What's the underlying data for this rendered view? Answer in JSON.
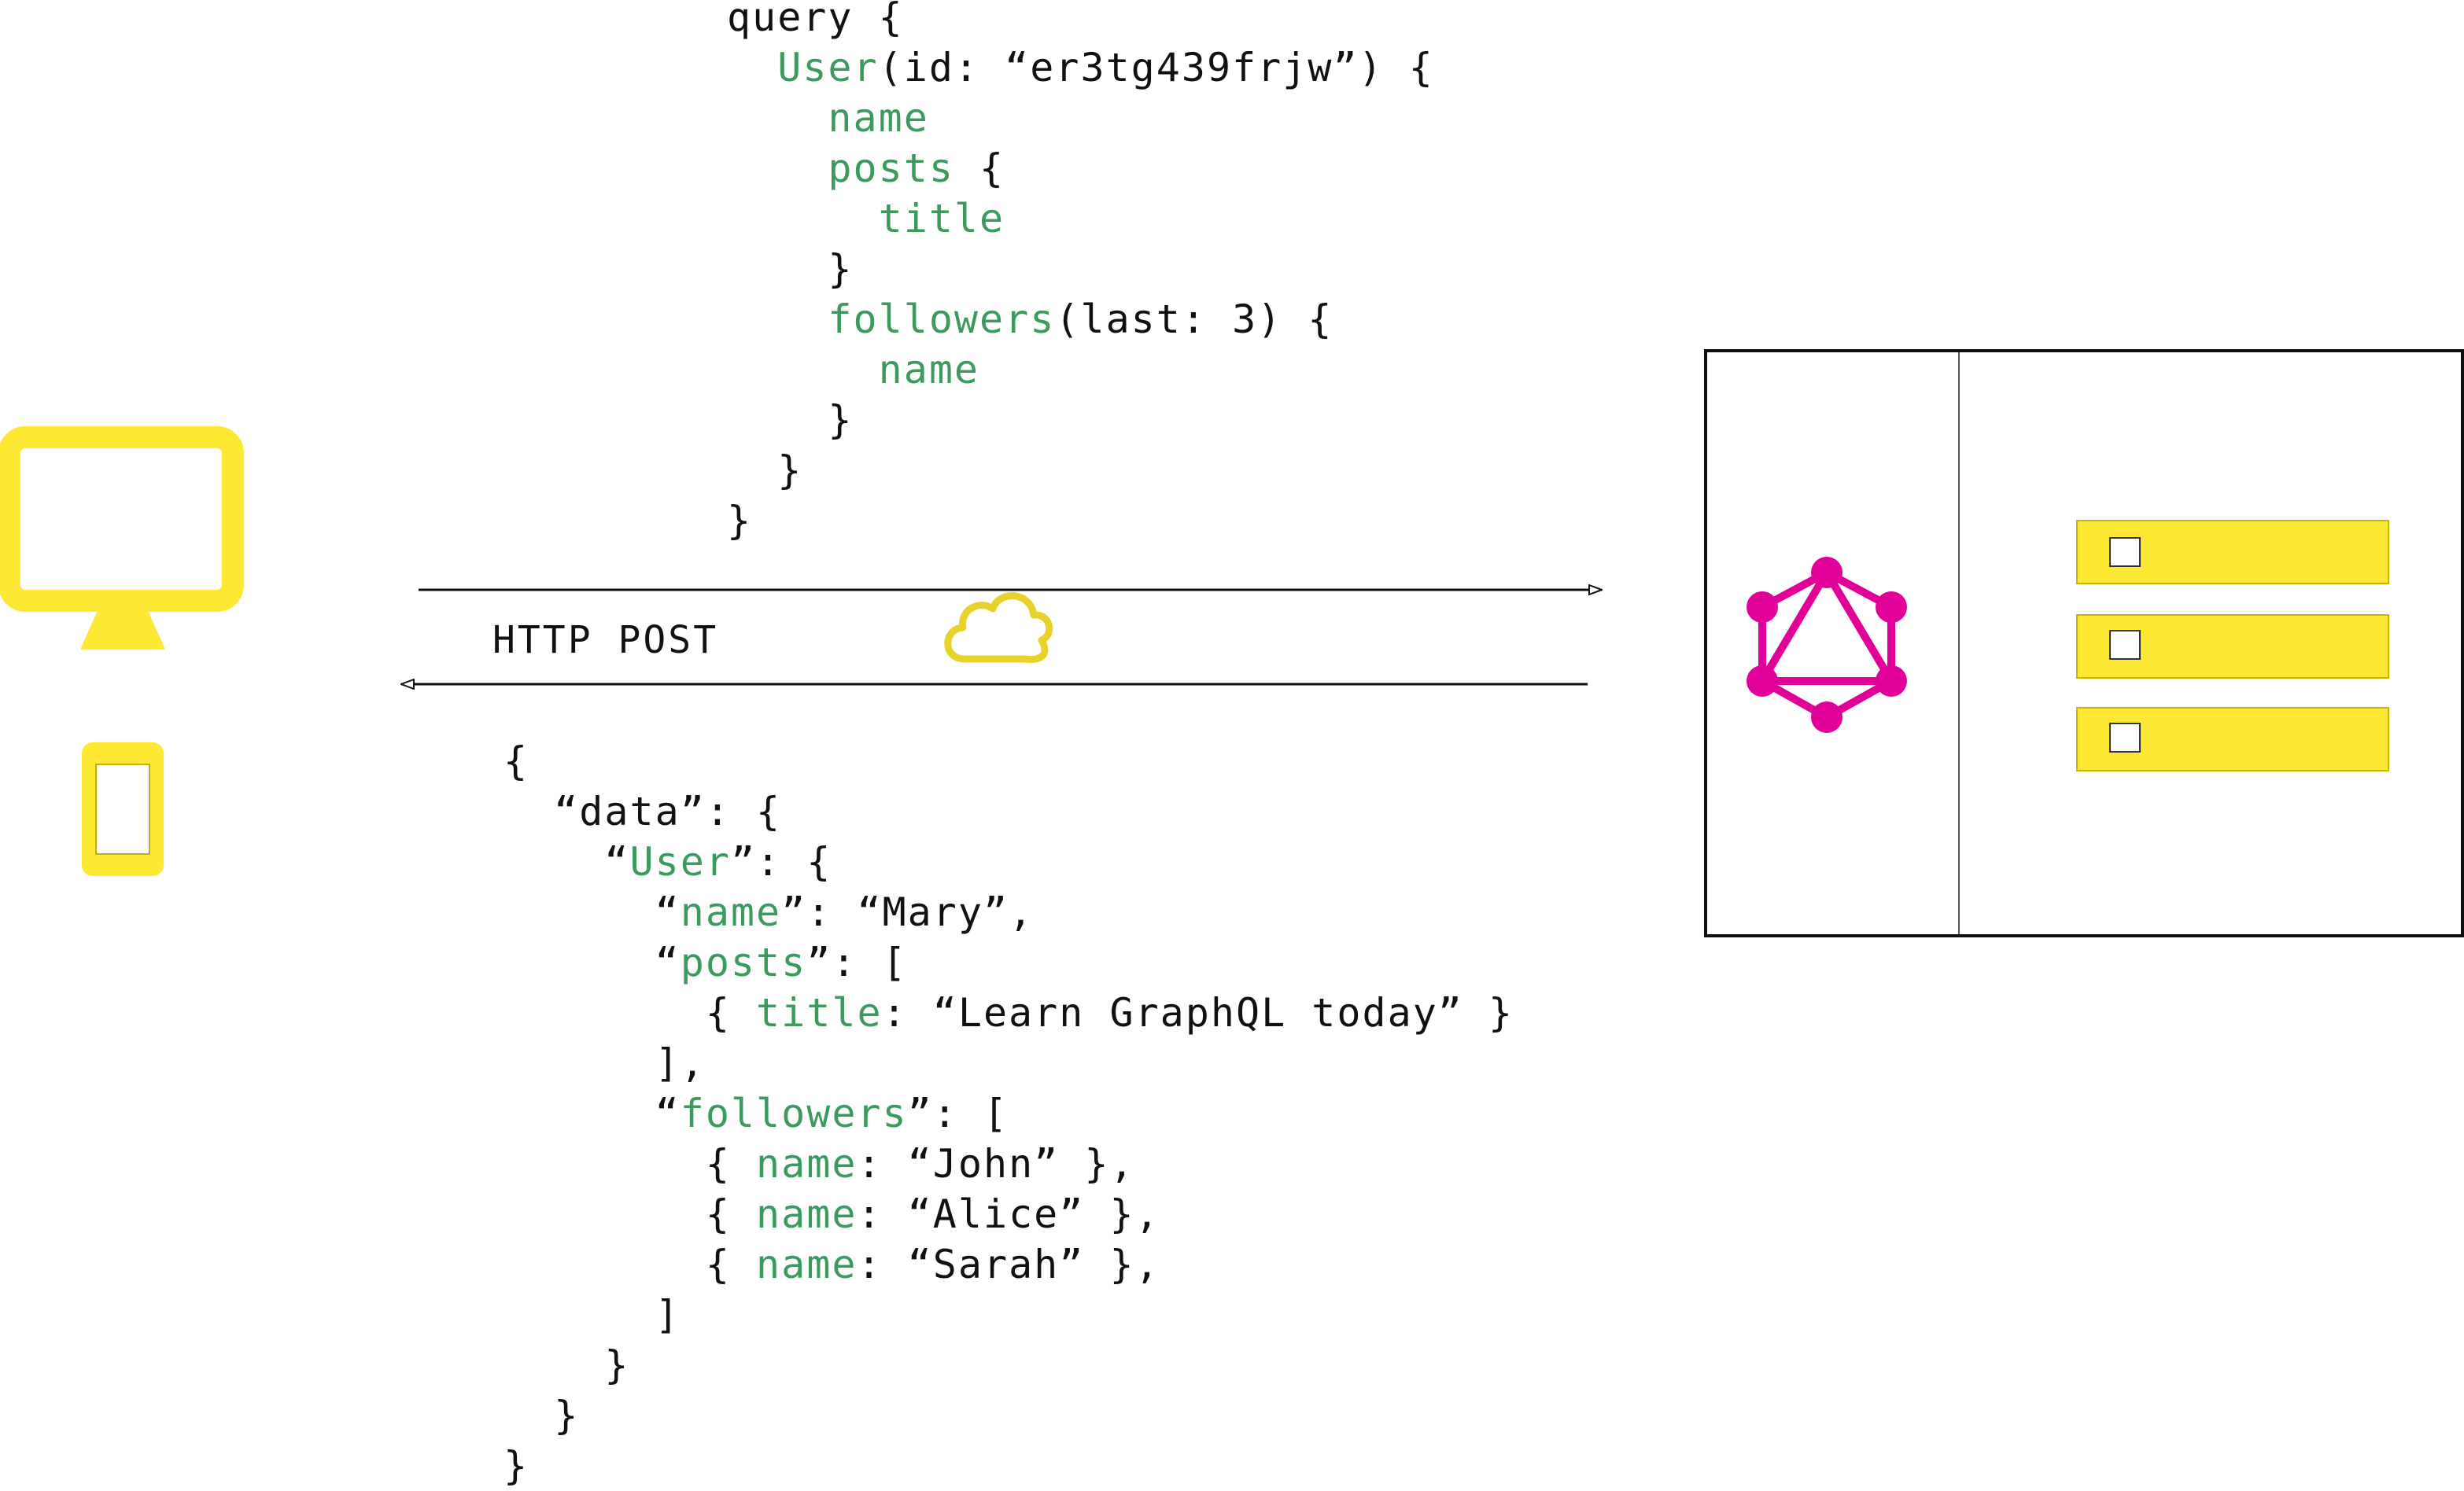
{
  "transport": {
    "label": "HTTP POST"
  },
  "query": {
    "lines": [
      [
        {
          "t": "query {"
        }
      ],
      [
        {
          "t": "  "
        },
        {
          "t": "User",
          "k": true
        },
        {
          "t": "(id: “er3tg439frjw”) {"
        }
      ],
      [
        {
          "t": "    "
        },
        {
          "t": "name",
          "k": true
        }
      ],
      [
        {
          "t": "    "
        },
        {
          "t": "posts",
          "k": true
        },
        {
          "t": " {"
        }
      ],
      [
        {
          "t": "      "
        },
        {
          "t": "title",
          "k": true
        }
      ],
      [
        {
          "t": "    }"
        }
      ],
      [
        {
          "t": "    "
        },
        {
          "t": "followers",
          "k": true
        },
        {
          "t": "(last: 3) {"
        }
      ],
      [
        {
          "t": "      "
        },
        {
          "t": "name",
          "k": true
        }
      ],
      [
        {
          "t": "    }"
        }
      ],
      [
        {
          "t": "  }"
        }
      ],
      [
        {
          "t": "}"
        }
      ]
    ]
  },
  "response": {
    "lines": [
      [
        {
          "t": "{"
        }
      ],
      [
        {
          "t": "  “data”: {"
        }
      ],
      [
        {
          "t": "    “"
        },
        {
          "t": "User",
          "k": true
        },
        {
          "t": "”: {"
        }
      ],
      [
        {
          "t": "      “"
        },
        {
          "t": "name",
          "k": true
        },
        {
          "t": "”: “Mary”,"
        }
      ],
      [
        {
          "t": "      “"
        },
        {
          "t": "posts",
          "k": true
        },
        {
          "t": "”: ["
        }
      ],
      [
        {
          "t": "        { "
        },
        {
          "t": "title",
          "k": true
        },
        {
          "t": ": “Learn GraphQL today” }"
        }
      ],
      [
        {
          "t": "      ],"
        }
      ],
      [
        {
          "t": "      “"
        },
        {
          "t": "followers",
          "k": true
        },
        {
          "t": "”: ["
        }
      ],
      [
        {
          "t": "        { "
        },
        {
          "t": "name",
          "k": true
        },
        {
          "t": ": “John” },"
        }
      ],
      [
        {
          "t": "        { "
        },
        {
          "t": "name",
          "k": true
        },
        {
          "t": ": “Alice” },"
        }
      ],
      [
        {
          "t": "        { "
        },
        {
          "t": "name",
          "k": true
        },
        {
          "t": ": “Sarah” },"
        }
      ],
      [
        {
          "t": "      ]"
        }
      ],
      [
        {
          "t": "    }"
        }
      ],
      [
        {
          "t": "  }"
        }
      ],
      [
        {
          "t": "}"
        }
      ]
    ]
  },
  "colors": {
    "field": "#3c9a5f",
    "text": "#111111",
    "client_yellow": "#fde933",
    "graphql_magenta": "#e10098"
  },
  "icons": {
    "desktop": "desktop-monitor-icon",
    "tablet": "tablet-icon",
    "cloud": "cloud-icon",
    "graphql": "graphql-logo-icon"
  }
}
